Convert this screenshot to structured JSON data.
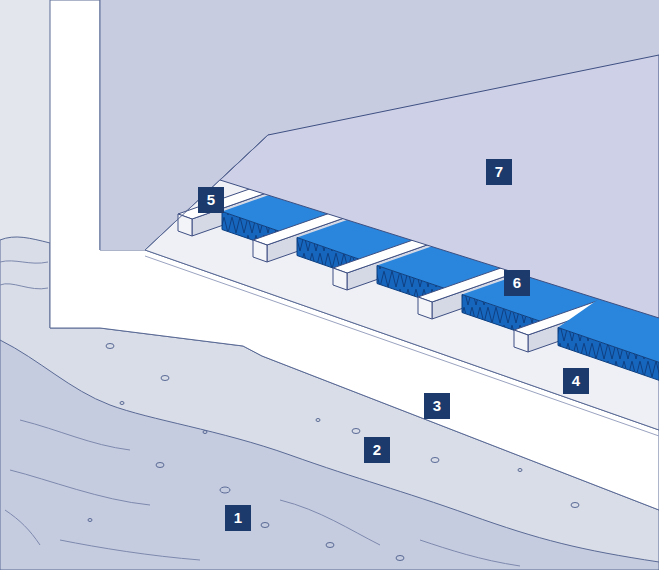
{
  "diagram": {
    "labels": [
      "5",
      "7",
      "6",
      "4",
      "3",
      "2",
      "1"
    ]
  }
}
